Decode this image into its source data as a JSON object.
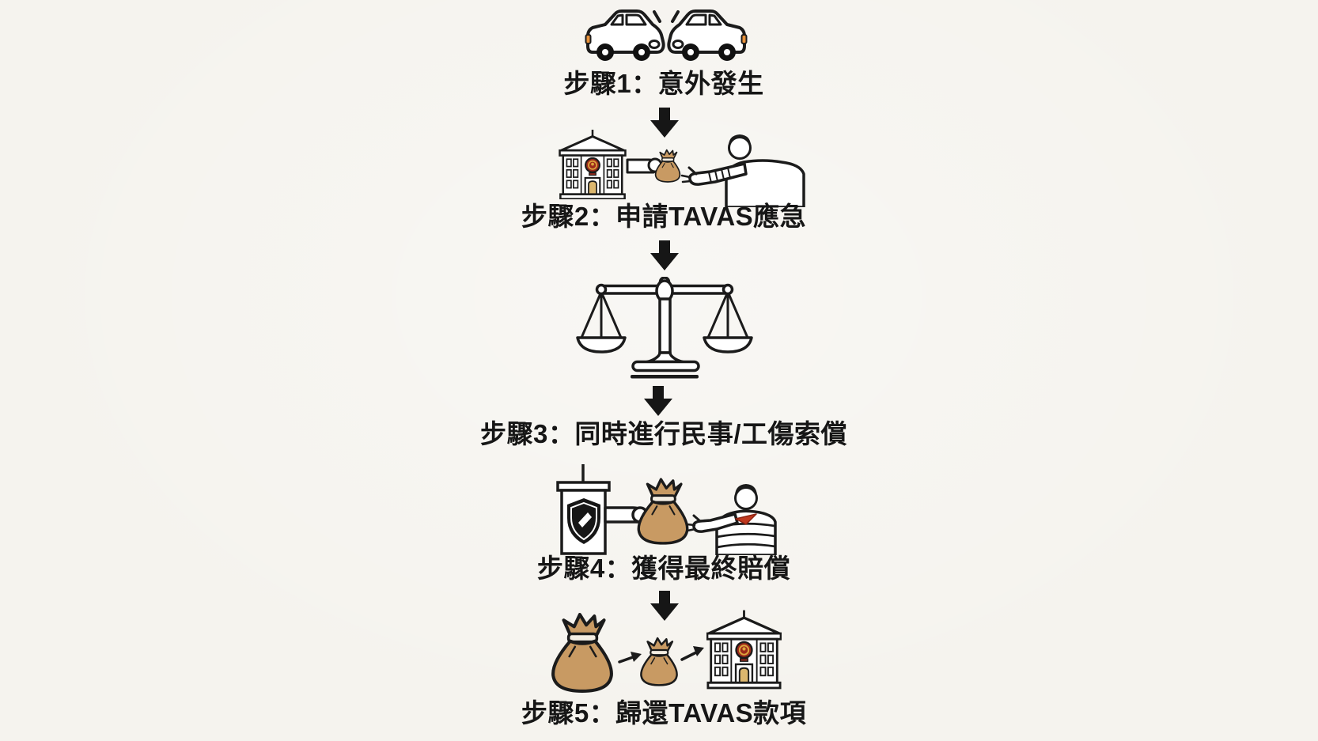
{
  "canvas": {
    "background": "#f5f3ee",
    "ink": "#1b1b1b",
    "text_color": "#161616"
  },
  "palette": {
    "bag_tan": "#c89a63",
    "tie_band_cream": "#f4eee3",
    "emblem_red": "#9c2a1b",
    "emblem_gold": "#dca63d",
    "door_tan": "#dcb76e",
    "car_signal_orange": "#e8923a",
    "wound_red": "#c0391f"
  },
  "flow": {
    "connector": "down-arrow",
    "steps": [
      {
        "id": 1,
        "label": "步驟1：意外發生",
        "icon": "car-collision-icon"
      },
      {
        "id": 2,
        "label": "步驟2：申請TAVAS應急",
        "icon": "agency-payout-icon"
      },
      {
        "id": 3,
        "label": "步驟3：同時進行民事/工傷索償",
        "icon": "justice-scales-icon"
      },
      {
        "id": 4,
        "label": "步驟4：獲得最終賠償",
        "icon": "insurer-payout-icon"
      },
      {
        "id": 5,
        "label": "步驟5：歸還TAVAS款項",
        "icon": "repayment-icon"
      }
    ]
  }
}
